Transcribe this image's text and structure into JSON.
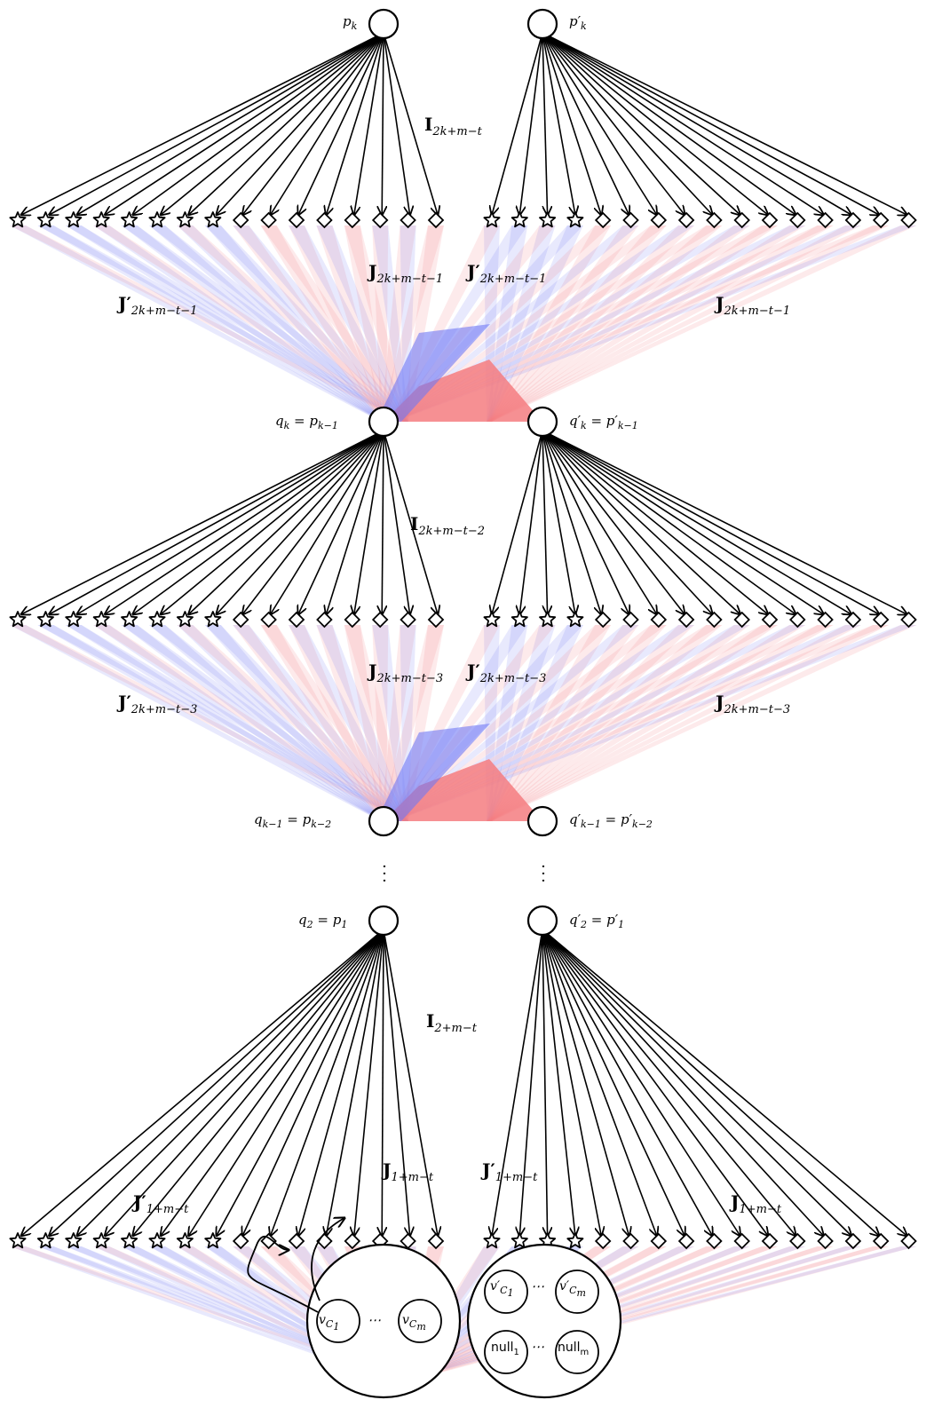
{
  "colors": {
    "blue": "#6f78f5",
    "red": "#f47d80",
    "stroke": "#000000"
  },
  "icons": [
    "star-leaf-icon",
    "diamond-leaf-icon",
    "circle-node-icon",
    "arrow-icon"
  ],
  "layers": [
    {
      "p_label": "p_k",
      "pp_label": "p′_k",
      "I": {
        "base": "I",
        "sub": "2k+m−t"
      },
      "J": {
        "base": "J",
        "sub": "2k+m−t−1"
      },
      "Jp": {
        "base": "J′",
        "sub": "2k+m−t−1"
      }
    },
    {
      "p_label": "q_k = p_{k−1}",
      "pp_label": "q′_k = p′_{k−1}",
      "I": {
        "base": "I",
        "sub": "2k+m−t−2"
      },
      "J": {
        "base": "J",
        "sub": "2k+m−t−3"
      },
      "Jp": {
        "base": "J′",
        "sub": "2k+m−t−3"
      }
    },
    {
      "p_label": "q_{k−1} = p_{k−2}",
      "pp_label": "q′_{k−1} = p′_{k−2}"
    },
    {
      "p_label": "q_2 = p_1",
      "pp_label": "q′_2 = p′_1",
      "I": {
        "base": "I",
        "sub": "2+m−t"
      },
      "J": {
        "base": "J",
        "sub": "1+m−t"
      },
      "Jp": {
        "base": "J′",
        "sub": "1+m−t"
      }
    }
  ],
  "bottom": {
    "left": {
      "first": "v_{C_1}",
      "dots": "⋯",
      "last": "v_{C_m}"
    },
    "right": {
      "top_first": "v′_{C_1}",
      "top_last": "v′_{C_m}",
      "dots": "⋯",
      "bottom_first": "null_1",
      "bottom_last": "null_m"
    }
  }
}
